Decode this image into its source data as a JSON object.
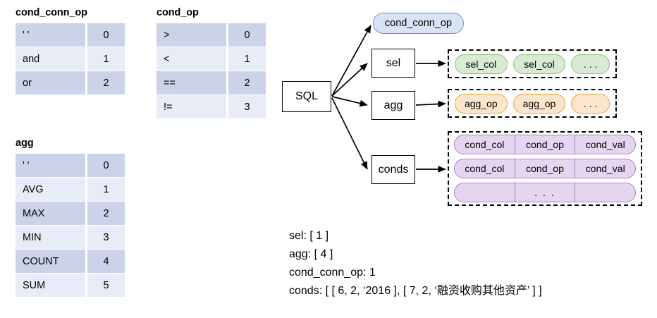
{
  "tables": [
    {
      "id": "cond_conn_op",
      "title": "cond_conn_op",
      "rows": [
        {
          "key": "' '",
          "val": "0"
        },
        {
          "key": "and",
          "val": "1"
        },
        {
          "key": "or",
          "val": "2"
        }
      ]
    },
    {
      "id": "cond_op",
      "title": "cond_op",
      "rows": [
        {
          "key": ">",
          "val": "0"
        },
        {
          "key": "<",
          "val": "1"
        },
        {
          "key": "==",
          "val": "2"
        },
        {
          "key": "!=",
          "val": "3"
        }
      ]
    },
    {
      "id": "agg",
      "title": "agg",
      "rows": [
        {
          "key": "' '",
          "val": "0"
        },
        {
          "key": "AVG",
          "val": "1"
        },
        {
          "key": "MAX",
          "val": "2"
        },
        {
          "key": "MIN",
          "val": "3"
        },
        {
          "key": "COUNT",
          "val": "4"
        },
        {
          "key": "SUM",
          "val": "5"
        }
      ]
    }
  ],
  "diagram": {
    "root": "SQL",
    "nodes": {
      "cond_conn_op": "cond_conn_op",
      "sel": "sel",
      "agg": "agg",
      "conds": "conds"
    },
    "sel_cols": [
      "sel_col",
      "sel_col",
      ". . ."
    ],
    "agg_ops": [
      "agg_op",
      "agg_op",
      ". . ."
    ],
    "cond_rows": [
      {
        "col": "cond_col",
        "op": "cond_op",
        "val": "cond_val"
      },
      {
        "col": "cond_col",
        "op": "cond_op",
        "val": "cond_val"
      },
      {
        "col": "",
        "op": ". . .",
        "val": ""
      }
    ]
  },
  "colors": {
    "table_row_dark": "#ccd3e8",
    "table_row_light": "#e8ecf6",
    "cond_conn_op_fill": "#d9e3f5",
    "cond_conn_op_border": "#6f93c9",
    "sel_col_fill": "#d9ead3",
    "sel_col_border": "#8cc07a",
    "agg_op_fill": "#fce5cd",
    "agg_op_border": "#e8a33d",
    "cond_fill": "#e5d6ef",
    "cond_border": "#a97fc4"
  },
  "output": {
    "lines": [
      "sel: [ 1 ]",
      "agg: [ 4 ]",
      "cond_conn_op: 1",
      "conds: [ [ 6, 2, ‘2016 ], [ 7, 2, ‘融资收购其他资产’ ] ]"
    ]
  }
}
